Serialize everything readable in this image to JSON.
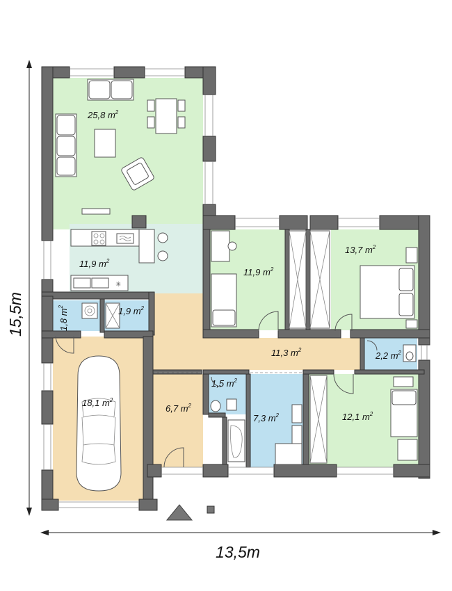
{
  "colors": {
    "living": "#d7f2cf",
    "wet": "#bde0f0",
    "hall": "#f5deb3",
    "kitchen": "#dcefe8",
    "wall": "#6b6b6b"
  },
  "dimensions": {
    "height": "15,5m",
    "width": "13,5m"
  },
  "rooms": [
    {
      "id": "living",
      "value": "25,8",
      "unit": "m",
      "exp": "2"
    },
    {
      "id": "kitchen",
      "value": "11,9",
      "unit": "m",
      "exp": "2"
    },
    {
      "id": "bedroom1",
      "value": "11,9",
      "unit": "m",
      "exp": "2"
    },
    {
      "id": "bedroom2",
      "value": "13,7",
      "unit": "m",
      "exp": "2"
    },
    {
      "id": "bath-small",
      "value": "1,8",
      "unit": "m",
      "exp": "2"
    },
    {
      "id": "storage",
      "value": "1,9",
      "unit": "m",
      "exp": "2"
    },
    {
      "id": "hall",
      "value": "11,3",
      "unit": "m",
      "exp": "2"
    },
    {
      "id": "wc",
      "value": "2,2",
      "unit": "m",
      "exp": "2"
    },
    {
      "id": "wc2",
      "value": "1,5",
      "unit": "m",
      "exp": "2"
    },
    {
      "id": "garage",
      "value": "18,1",
      "unit": "m",
      "exp": "2"
    },
    {
      "id": "entry",
      "value": "6,7",
      "unit": "m",
      "exp": "2"
    },
    {
      "id": "bathroom",
      "value": "7,3",
      "unit": "m",
      "exp": "2"
    },
    {
      "id": "bedroom3",
      "value": "12,1",
      "unit": "m",
      "exp": "2"
    }
  ]
}
